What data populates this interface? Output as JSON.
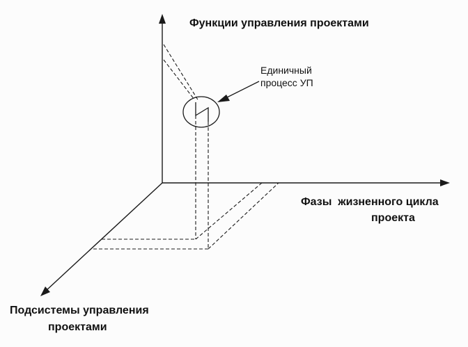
{
  "labels": {
    "functions_axis": "Функции управления проектами",
    "phases_axis_line1": "Фазы  жизненного цикла",
    "phases_axis_line2": "проекта",
    "subsystems_axis_line1": "Подсистемы управления",
    "subsystems_axis_line2": "проектами",
    "process_line1": "Единичный",
    "process_line2": "процесс УП"
  },
  "colors": {
    "ink": "#1a1a1a",
    "background": "#fcfcfc"
  }
}
